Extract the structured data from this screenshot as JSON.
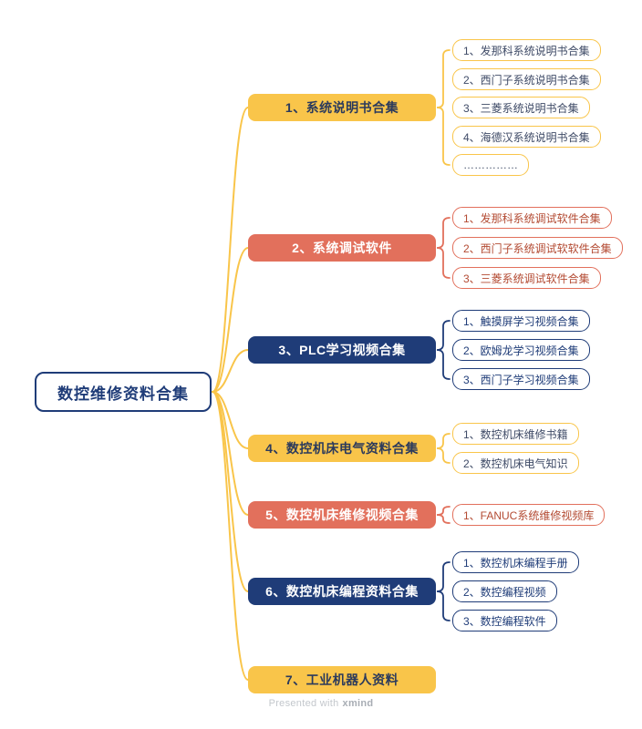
{
  "root": {
    "label": "数控维修资料合集"
  },
  "branches": [
    {
      "label": "1、系统说明书合集",
      "theme": "yellow",
      "children": [
        "1、发那科系统说明书合集",
        "2、西门子系统说明书合集",
        "3、三菱系统说明书合集",
        "4、海德汉系统说明书合集",
        "……………"
      ]
    },
    {
      "label": "2、系统调试软件",
      "theme": "red",
      "children": [
        "1、发那科系统调试软件合集",
        "2、西门子系统调试软软件合集",
        "3、三菱系统调试软件合集"
      ]
    },
    {
      "label": "3、PLC学习视频合集",
      "theme": "navy",
      "children": [
        "1、触摸屏学习视频合集",
        "2、欧姆龙学习视频合集",
        "3、西门子学习视频合集"
      ]
    },
    {
      "label": "4、数控机床电气资料合集",
      "theme": "yellow",
      "children": [
        "1、数控机床维修书籍",
        "2、数控机床电气知识"
      ]
    },
    {
      "label": "5、数控机床维修视频合集",
      "theme": "red",
      "children": [
        "1、FANUC系统维修视频库"
      ]
    },
    {
      "label": "6、数控机床编程资料合集",
      "theme": "navy",
      "children": [
        "1、数控机床编程手册",
        "2、数控编程视频",
        "3、数控编程软件"
      ]
    },
    {
      "label": "7、工业机器人资料",
      "theme": "yellow",
      "children": []
    }
  ],
  "footer": {
    "presented": "Presented with",
    "brand": "xmind"
  },
  "colors": {
    "yellow": "#F9C54A",
    "red": "#E2705C",
    "navy": "#1F3C78",
    "root_border": "#1F3C78",
    "connector": "#F9C54A",
    "footer_text": "#C3C7CC"
  }
}
